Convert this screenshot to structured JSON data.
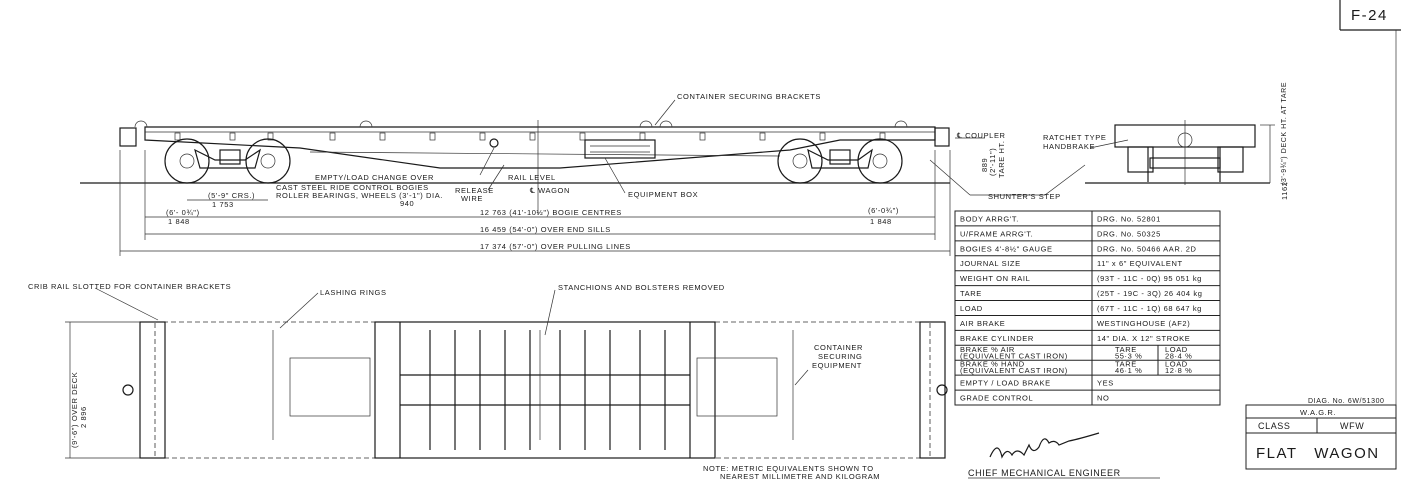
{
  "sheet_number": "F-24",
  "side_view": {
    "container_securing_brackets": "CONTAINER SECURING BRACKETS",
    "coupler": "℄ COUPLER",
    "tare_height": "889",
    "tare_height_imperial": "(2'-11\")",
    "tare_ht_label": "TARE HT.",
    "empty_load_change_over": "EMPTY/LOAD CHANGE OVER",
    "rail_level": "RAIL   LEVEL",
    "wagon_centre": "℄ WAGON",
    "release_wire": [
      "RELEASE",
      "WIRE"
    ],
    "equipment_box": "EQUIPMENT BOX",
    "bogies_note": [
      "CAST STEEL RIDE CONTROL BOGIES",
      "ROLLER BEARINGS, WHEELS (3'-1\") DIA."
    ],
    "wheel_dia_metric": "940",
    "bogie_wheelbase": "(5'-9\" CRS.)",
    "bogie_wheelbase_metric": "1 753",
    "end_overhang_left": "(6'- 0¾\")",
    "end_overhang_left_metric": "1 848",
    "end_overhang_right": "(6'-0¾\")",
    "end_overhang_right_metric": "1 848",
    "dim_bogie_centres": "12 763  (41'-10½\") BOGIE CENTRES",
    "dim_end_sills": "16 459  (54'-0\") OVER END SILLS",
    "dim_pulling_lines": "17 374  (57'-0\") OVER PULLING LINES",
    "shunters_step": "SHUNTER'S STEP"
  },
  "end_view": {
    "ratchet_handbrake": [
      "RATCHET TYPE",
      "HANDBRAKE"
    ],
    "deck_height": "(3'-9¾\") DECK HT. AT TARE",
    "deck_height_metric": "1162"
  },
  "plan_view": {
    "crib_rail": "CRIB RAIL SLOTTED FOR CONTAINER BRACKETS",
    "lashing_rings": "LASHING RINGS",
    "stanchions": "STANCHIONS AND BOLSTERS REMOVED",
    "container_securing_equipment": [
      "CONTAINER",
      "SECURING",
      "EQUIPMENT"
    ],
    "over_deck": "(9'-6\") OVER DECK",
    "over_deck_metric": "2 896"
  },
  "spec_table": [
    {
      "label": "BODY  ARRG'T.",
      "value": "DRG. No. 52801"
    },
    {
      "label": "U/FRAME  ARRG'T.",
      "value": "DRG. No. 50325"
    },
    {
      "label": "BOGIES  4'-8½\" GAUGE",
      "value": "DRG. No. 50466  AAR. 2D"
    },
    {
      "label": "JOURNAL  SIZE",
      "value": "11\" x 6\"  EQUIVALENT"
    },
    {
      "label": "WEIGHT ON RAIL",
      "value": "(93T - 11C - 0Q) 95 051 kg"
    },
    {
      "label": "TARE",
      "value": "(25T - 19C - 3Q) 26 404 kg"
    },
    {
      "label": "LOAD",
      "value": "(67T - 11C - 1Q) 68 647 kg"
    },
    {
      "label": "AIR  BRAKE",
      "value": "WESTINGHOUSE  (AF2)"
    },
    {
      "label": "BRAKE  CYLINDER",
      "value": "14\" DIA. X 12\" STROKE"
    },
    {
      "label": "BRAKE %  AIR",
      "label2": "(EQUIVALENT CAST IRON)",
      "tare_label": "TARE",
      "tare": "55·3 %",
      "load_label": "LOAD",
      "load": "28·4 %"
    },
    {
      "label": "BRAKE %  HAND",
      "label2": "(EQUIVALENT CAST IRON)",
      "tare_label": "TARE",
      "tare": "46·1 %",
      "load_label": "LOAD",
      "load": "12·8 %"
    },
    {
      "label": "EMPTY / LOAD BRAKE",
      "value": "YES"
    },
    {
      "label": "GRADE  CONTROL",
      "value": "NO"
    }
  ],
  "title_block": {
    "diagram_no": "DIAG. No. 6W/51300",
    "owner": "W.A.G.R.",
    "class_label": "CLASS",
    "class_value": "WFW",
    "name": "FLAT   WAGON"
  },
  "note": [
    "NOTE: METRIC EQUIVALENTS SHOWN TO",
    "NEAREST MILLIMETRE AND KILOGRAM"
  ],
  "signature_title": "CHIEF MECHANICAL ENGINEER"
}
